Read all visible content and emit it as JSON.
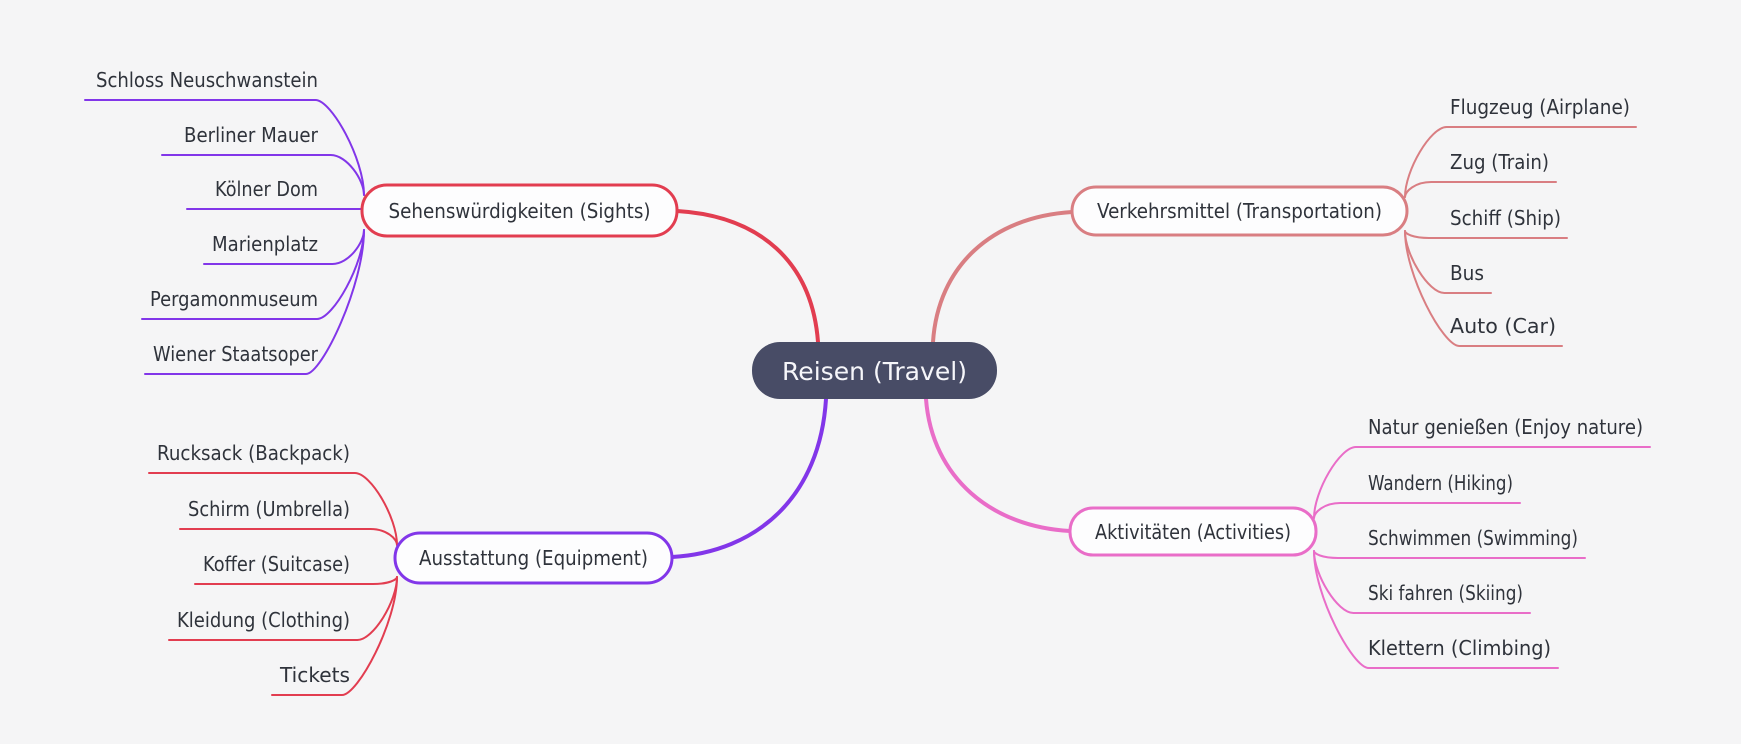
{
  "app": {
    "background": "#f5f5f6"
  },
  "mindmap": {
    "root": {
      "label": "Reisen (Travel)",
      "fill": "#484c66",
      "text_color": "#f6f6fa"
    },
    "text_color": "#2f333b",
    "node_fill": "#fdfdfe",
    "branches": [
      {
        "label": "Sehenswürdigkeiten (Sights)",
        "color": "#e23d50",
        "child_color": "#8236e9",
        "side": "left",
        "children": [
          "Schloss Neuschwanstein",
          "Berliner Mauer",
          "Kölner Dom",
          "Marienplatz",
          "Pergamonmuseum",
          "Wiener Staatsoper"
        ]
      },
      {
        "label": "Verkehrsmittel (Transportation)",
        "color": "#d97e82",
        "child_color": "#d97e82",
        "side": "right",
        "children": [
          "Flugzeug (Airplane)",
          "Zug (Train)",
          "Schiff (Ship)",
          "Bus",
          "Auto (Car)"
        ]
      },
      {
        "label": "Ausstattung (Equipment)",
        "color": "#8236e9",
        "child_color": "#e23d50",
        "side": "left",
        "children": [
          "Rucksack (Backpack)",
          "Schirm (Umbrella)",
          "Koffer (Suitcase)",
          "Kleidung (Clothing)",
          "Tickets"
        ]
      },
      {
        "label": "Aktivitäten (Activities)",
        "color": "#e96dc8",
        "child_color": "#e96dc8",
        "side": "right",
        "children": [
          "Natur genießen (Enjoy nature)",
          "Wandern (Hiking)",
          "Schwimmen (Swimming)",
          "Ski fahren (Skiing)",
          "Klettern (Climbing)"
        ]
      }
    ]
  }
}
